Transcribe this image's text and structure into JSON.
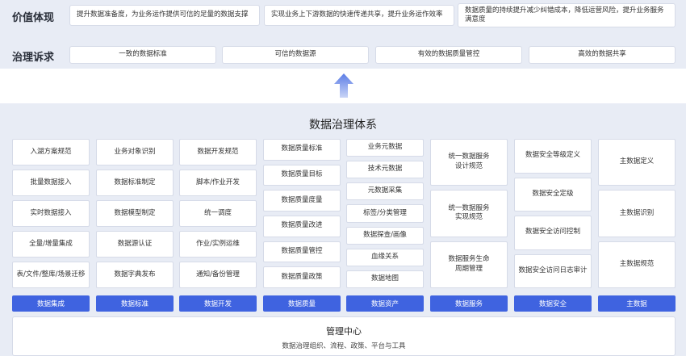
{
  "value_row": {
    "label": "价值体现",
    "cards": [
      "提升数据准备度，为业务运作提供可信的足量的数据支撑",
      "实现业务上下游数据的快速传递共享，提升业务运作效率",
      "数据质量的持续提升减少纠错成本，降低运营风险，提升业务服务满意度"
    ]
  },
  "governance_row": {
    "label": "治理诉求",
    "cards": [
      "一致的数据标准",
      "可信的数据源",
      "有效的数据质量管控",
      "高效的数据共享"
    ]
  },
  "system": {
    "title": "数据治理体系",
    "columns": [
      {
        "items": [
          "入湖方案规范",
          "批量数据接入",
          "实时数据接入",
          "全量/增量集成",
          "表/文件/整库/场景迁移"
        ],
        "footer": "数据集成"
      },
      {
        "items": [
          "业务对象识别",
          "数据标准制定",
          "数据模型制定",
          "数据源认证",
          "数据字典发布"
        ],
        "footer": "数据标准"
      },
      {
        "items": [
          "数据开发规范",
          "脚本/作业开发",
          "统一调度",
          "作业/实例运维",
          "通知/备份管理"
        ],
        "footer": "数据开发"
      },
      {
        "items": [
          "数据质量标准",
          "数据质量目标",
          "数据质量度量",
          "数据质量改进",
          "数据质量管控",
          "数据质量政策"
        ],
        "footer": "数据质量"
      },
      {
        "items": [
          "业务元数据",
          "技术元数据",
          "元数据采集",
          "标签/分类管理",
          "数据探查/画像",
          "血缘关系",
          "数据地图"
        ],
        "footer": "数据资产"
      },
      {
        "items": [
          "统一数据服务\n设计规范",
          "统一数据服务\n实现规范",
          "数据服务生命\n周期管理"
        ],
        "footer": "数据服务"
      },
      {
        "items": [
          "数据安全等级定义",
          "数据安全定级",
          "数据安全访问控制",
          "数据安全访问日志审计"
        ],
        "footer": "数据安全"
      },
      {
        "items": [
          "主数据定义",
          "主数据识别",
          "主数据规范"
        ],
        "footer": "主数据"
      }
    ]
  },
  "management": {
    "title": "管理中心",
    "subtitle": "数据治理组织、流程、政策、平台与工具"
  },
  "colors": {
    "band": "#e8ecf5",
    "accent": "#3f63e0",
    "arrow": "#5b7de6"
  }
}
